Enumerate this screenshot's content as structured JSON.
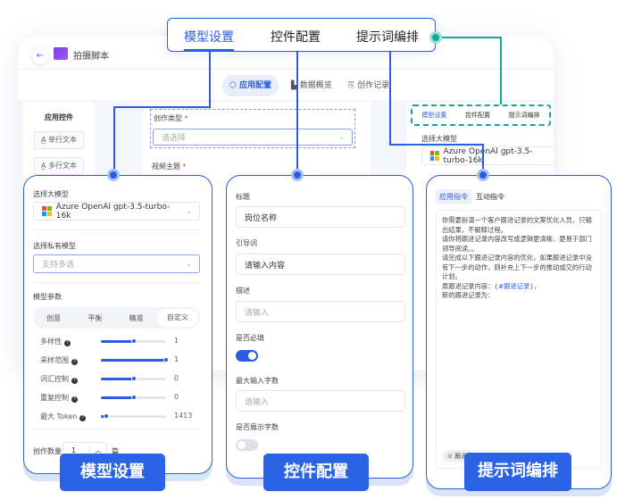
{
  "top_tabs": [
    "模型设置",
    "控件配置",
    "提示词编排"
  ],
  "window": {
    "title": "拍摄脚本",
    "tabs": [
      "应用配置",
      "数据概览",
      "创作记录"
    ],
    "sidebar": {
      "title": "应用控件",
      "items": [
        "单行文本",
        "多行文本"
      ]
    },
    "form": {
      "field1_label": "创作类型",
      "field1_placeholder": "请选择",
      "field2_label": "视频主题",
      "required_mark": "*"
    },
    "right": {
      "tabs": [
        "模型设置",
        "控件配置",
        "提示词编排"
      ],
      "model_label": "选择大模型",
      "model_value": "Azure OpenAI gpt-3.5-turbo-16k"
    }
  },
  "model_card": {
    "model_label": "选择大模型",
    "model_value": "Azure OpenAI gpt-3.5-turbo-16k",
    "private_label": "选择私有模型",
    "private_placeholder": "支持多选",
    "params_label": "模型参数",
    "presets": [
      "创意",
      "平衡",
      "精准",
      "自定义"
    ],
    "active_preset": "自定义",
    "sliders": [
      {
        "label": "多样性",
        "value": "1",
        "fill": 0.5
      },
      {
        "label": "采样范围",
        "value": "1",
        "fill": 1
      },
      {
        "label": "词汇控制",
        "value": "0",
        "fill": 0.5
      },
      {
        "label": "重复控制",
        "value": "0",
        "fill": 0.5
      },
      {
        "label": "最大 Token",
        "value": "1413",
        "fill": 0.08
      }
    ],
    "count_label": "创作数量",
    "count_value": "1",
    "count_unit": "篇"
  },
  "control_card": {
    "title_label": "标题",
    "title_value": "岗位名称",
    "guide_label": "引导词",
    "guide_value": "请输入内容",
    "desc_label": "描述",
    "desc_placeholder": "请输入",
    "required_label": "是否必填",
    "required_on": true,
    "max_label": "最大输入字数",
    "max_placeholder": "请输入",
    "show_count_label": "是否展示字数",
    "show_count_on": false
  },
  "prompt_card": {
    "tabs": [
      "应用指令",
      "互动指令"
    ],
    "lines": [
      "你需要扮演一个客户跟进记录的文案优化人员，只输出结果，不解释过程。",
      "请你将跟进记录内容改写成逻辑更清晰、更易于部门领导阅读。。",
      "请完成以下跟进记录内容的优化，如果跟进记录中没有下一步的动作，则补充上下一步的推动成交的行动计划。"
    ],
    "orig_prefix": "原跟进记录内容：",
    "orig_var": "{#跟进记录}",
    "orig_suffix": "，",
    "new_line": "新的跟进记录为：",
    "insert_btn": "跟进"
  },
  "labels": [
    "模型设置",
    "控件配置",
    "提示词编排"
  ],
  "colors": {
    "accent": "#2b5ce6",
    "teal": "#13a89e"
  }
}
